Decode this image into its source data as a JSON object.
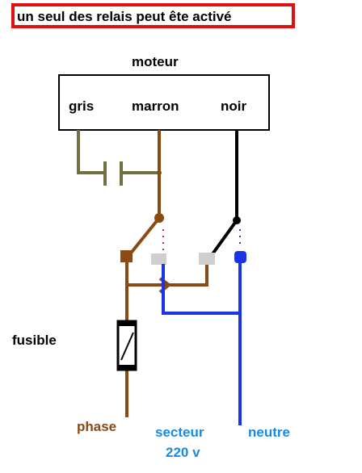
{
  "banner": {
    "text": "un seul des relais peut ête activé"
  },
  "motor": {
    "title": "moteur",
    "terminals": {
      "gris": "gris",
      "marron": "marron",
      "noir": "noir"
    }
  },
  "labels": {
    "fusible": "fusible",
    "phase": "phase",
    "secteur_line1": "secteur",
    "secteur_line2": "220 v",
    "neutre": "neutre"
  },
  "colors": {
    "banner_border": "#e01010",
    "brown": "#8b4a12",
    "olive": "#707040",
    "black": "#000000",
    "blue": "#1a35e8",
    "label_blue": "#1a8ae0",
    "contact_gray": "#cfcfcf"
  }
}
